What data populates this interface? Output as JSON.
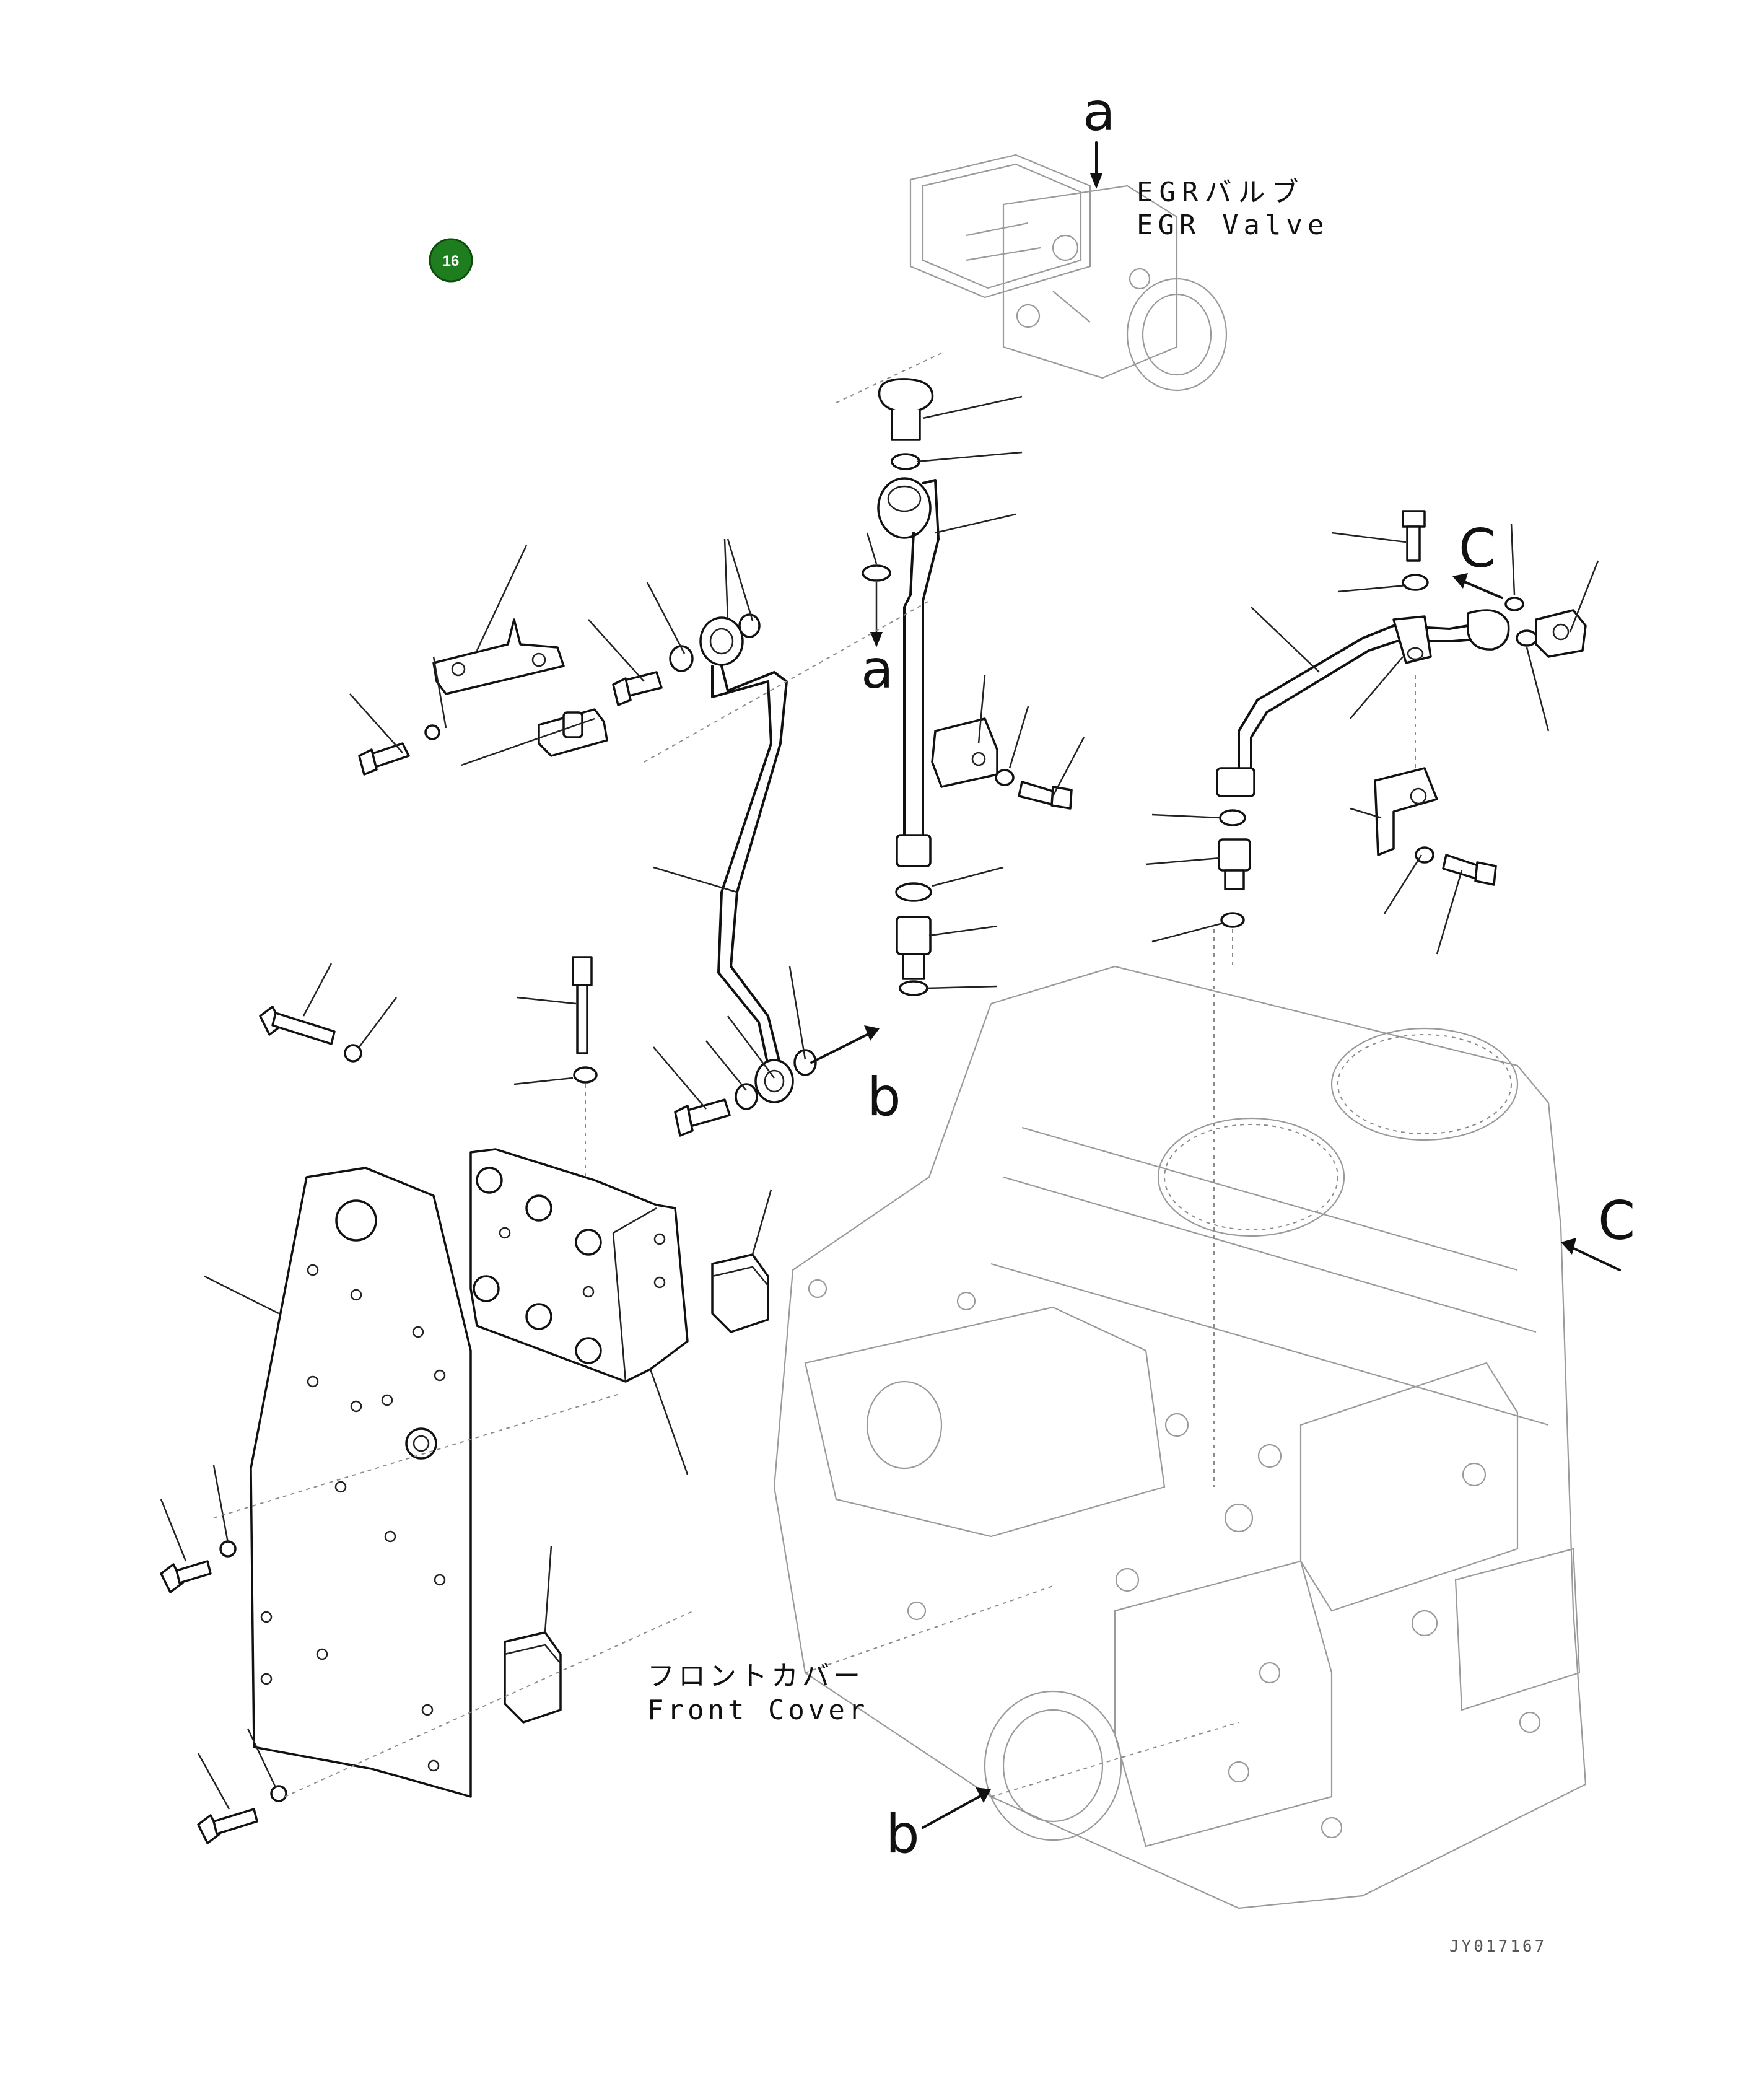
{
  "badge": {
    "number": "16",
    "color": "#1e7d1e"
  },
  "labels": {
    "egr_jp": "EGRバルブ",
    "egr_en": "EGR Valve",
    "front_jp": "フロントカバー",
    "front_en": "Front Cover",
    "view_a": "a",
    "view_b": "b",
    "view_c": "C",
    "drawing_code": "JY017167"
  }
}
